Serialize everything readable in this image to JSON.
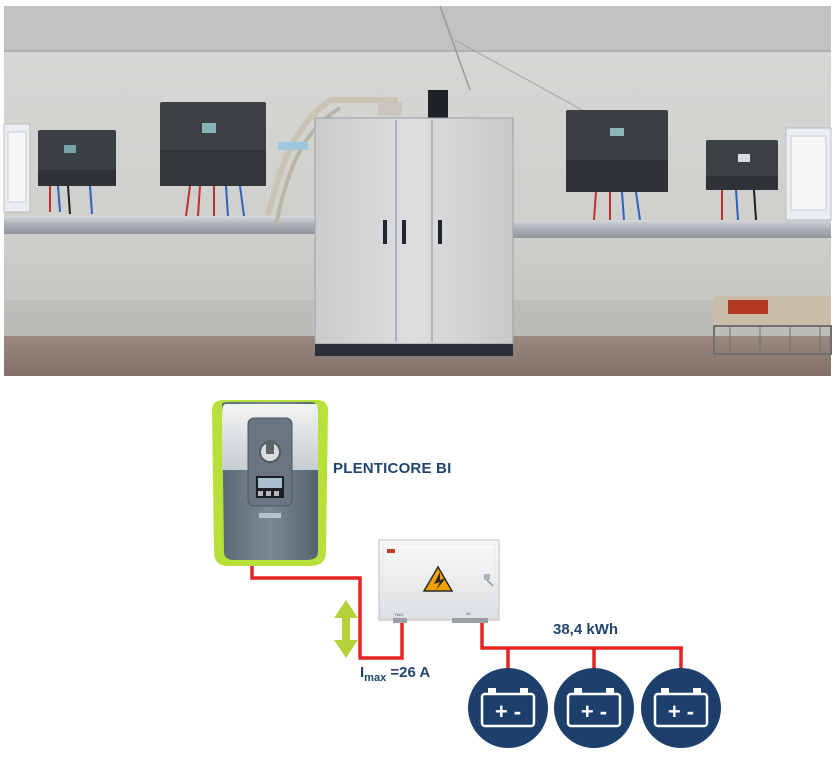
{
  "product": {
    "name": "PLENTICORE BI"
  },
  "current": {
    "symbol": "I",
    "subscript": "max",
    "value": " =26 A"
  },
  "capacity": {
    "label": "38,4 kWh"
  },
  "batteries": [
    {
      "symbol": "+ -"
    },
    {
      "symbol": "+ -"
    },
    {
      "symbol": "+ -"
    }
  ],
  "junction_box": {
    "left_port": "TWO",
    "right_port": "28"
  },
  "colors": {
    "cable": "#e52322",
    "battery_circle": "#1c3f6b",
    "inverter_accent": "#b8e03a",
    "label_text": "#21456e",
    "arrow": "#b4d33b"
  }
}
